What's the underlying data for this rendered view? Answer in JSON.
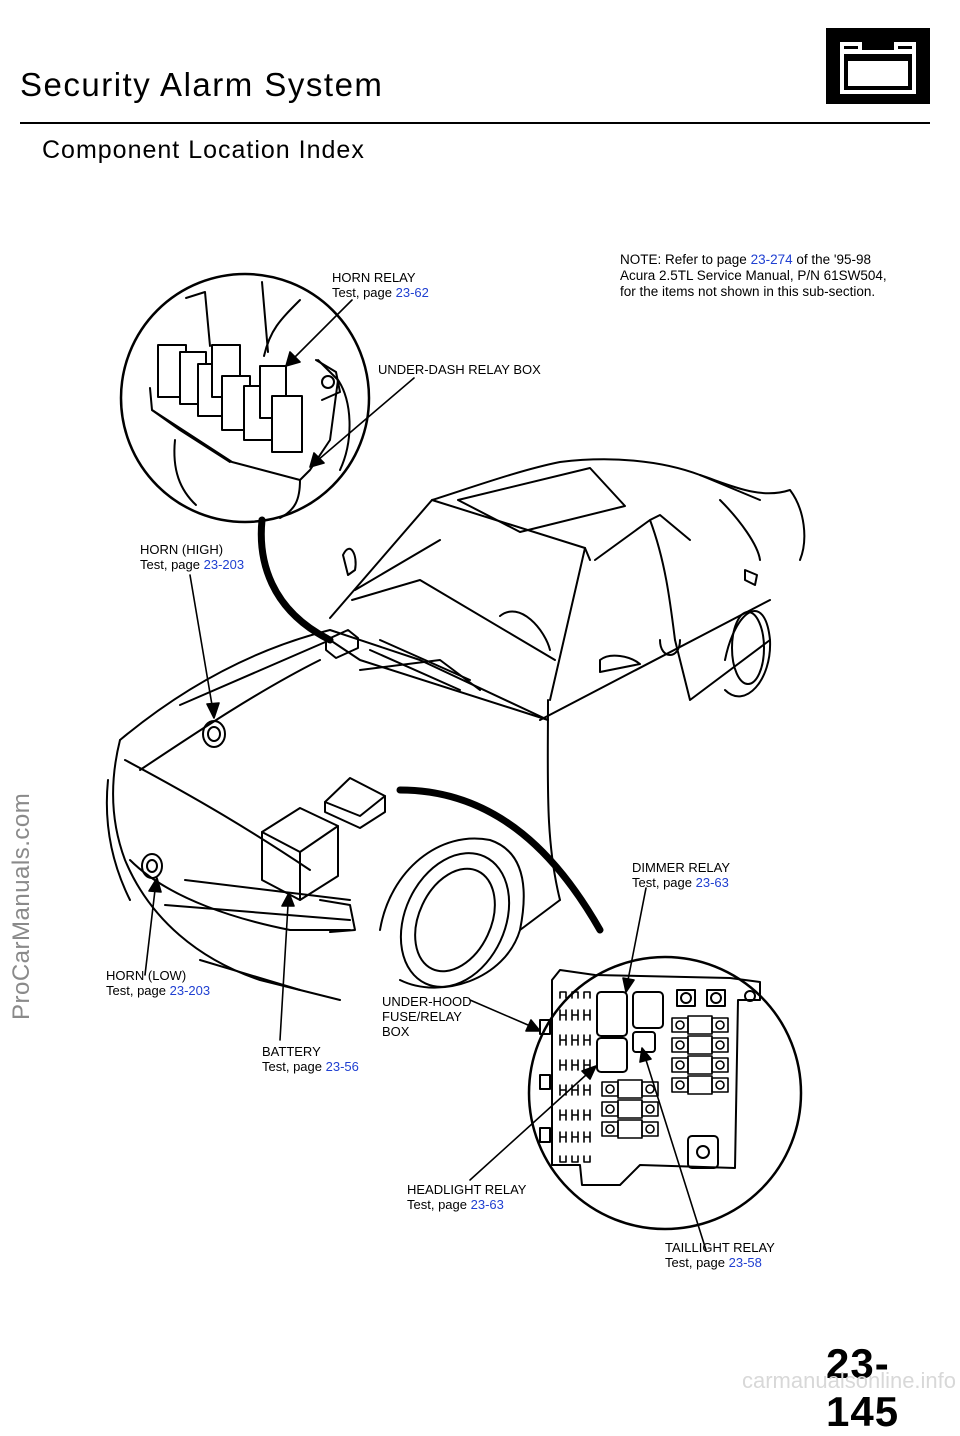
{
  "header": {
    "title": "Security Alarm System",
    "subtitle": "Component Location Index"
  },
  "note": {
    "line1_prefix": "NOTE:  Refer to page ",
    "line1_link": "23-274",
    "line1_suffix": " of the '95-98",
    "line2": "Acura 2.5TL Service Manual, P/N 61SW504,",
    "line3": "for the items not shown in this sub-section."
  },
  "labels": {
    "horn_relay": {
      "name": "HORN RELAY",
      "test": "Test, page ",
      "page": "23-62"
    },
    "under_dash": {
      "name": "UNDER-DASH RELAY BOX"
    },
    "horn_high": {
      "name": "HORN (HIGH)",
      "test": "Test, page ",
      "page": "23-203"
    },
    "dimmer_relay": {
      "name": "DIMMER RELAY",
      "test": "Test, page ",
      "page": "23-63"
    },
    "horn_low": {
      "name": "HORN (LOW)",
      "test": "Test, page ",
      "page": "23-203"
    },
    "under_hood": {
      "line1": "UNDER-HOOD",
      "line2": "FUSE/RELAY",
      "line3": "BOX"
    },
    "battery": {
      "name": "BATTERY",
      "test": "Test, page ",
      "page": "23-56"
    },
    "headlight_relay": {
      "name": "HEADLIGHT RELAY",
      "test": "Test, page ",
      "page": "23-63"
    },
    "taillight_relay": {
      "name": "TAILLIGHT RELAY",
      "test": "Test, page ",
      "page": "23-58"
    }
  },
  "watermark": "ProCarManuals.com",
  "page_number": "23-145",
  "footer_site": "carmanualsonline.info",
  "colors": {
    "link": "#1f3fd1",
    "ink": "#000000"
  },
  "icons": [
    "battery-icon"
  ]
}
